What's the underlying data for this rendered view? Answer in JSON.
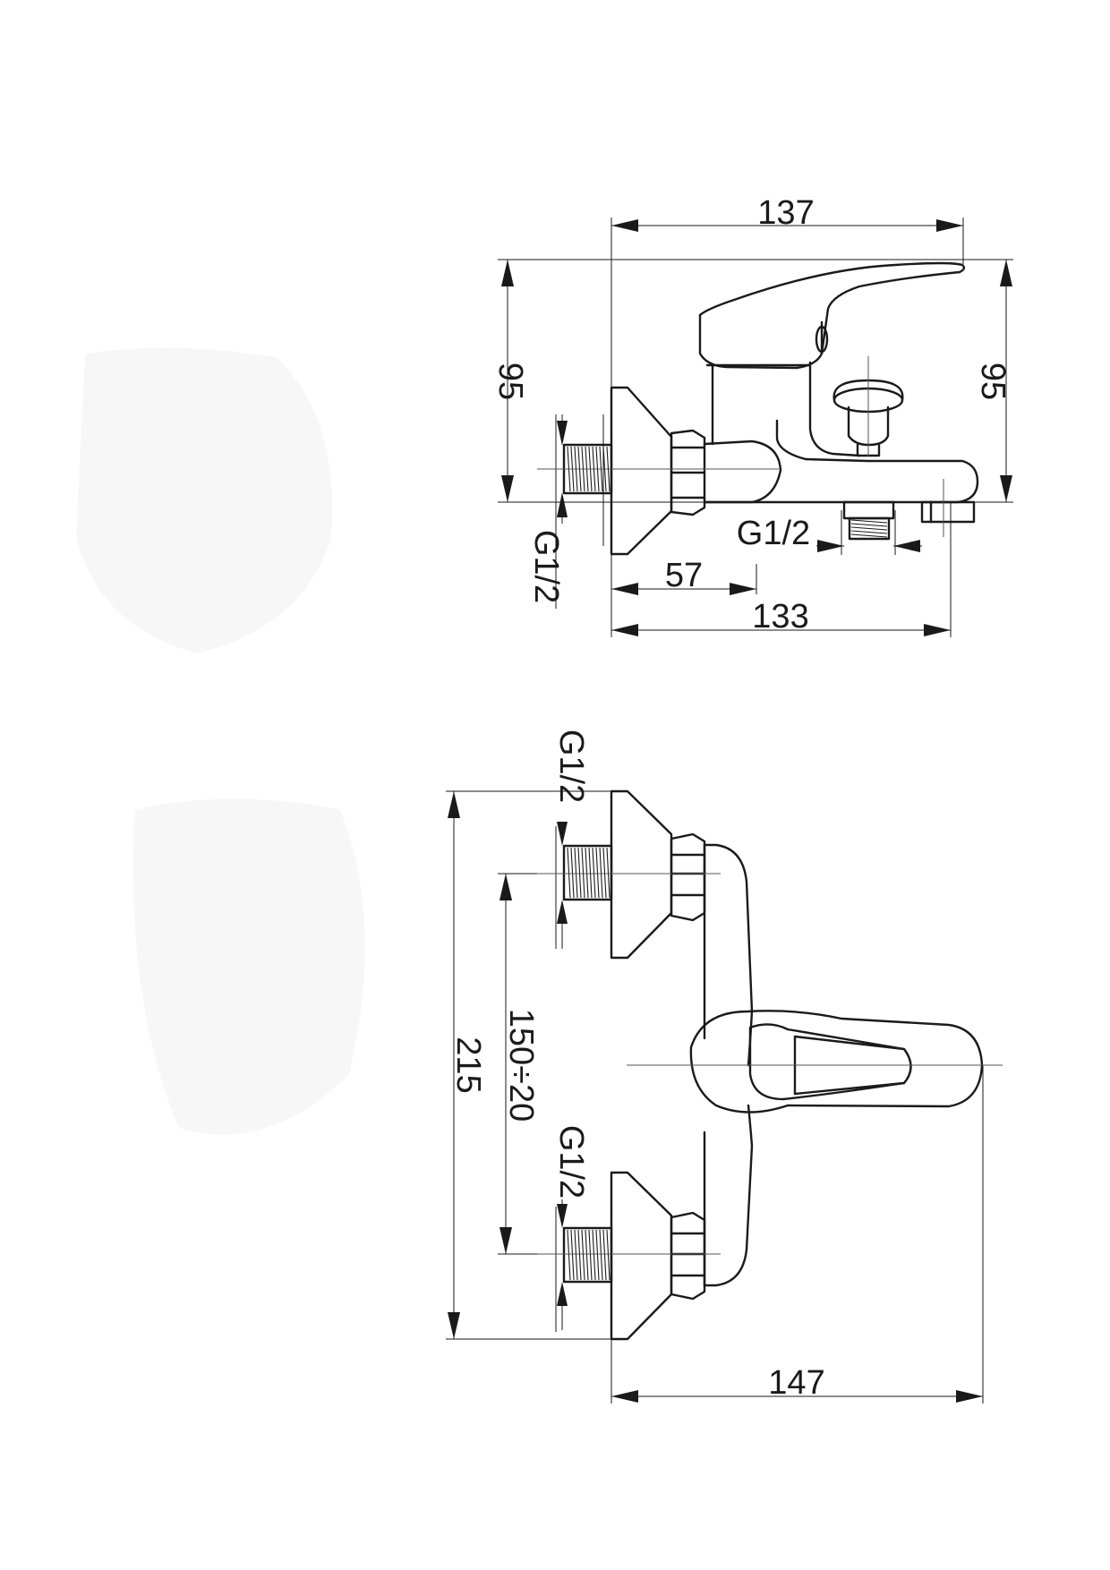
{
  "side_view": {
    "dim_top_width": "137",
    "dim_left_height": "95",
    "dim_right_height": "95",
    "thread_inlet": "G1/2",
    "thread_outlet": "G1/2",
    "dim_inner_width": "57",
    "dim_bottom_width": "133"
  },
  "front_view": {
    "thread_upper": "G1/2",
    "thread_lower": "G1/2",
    "dim_total_height": "215",
    "dim_center_spacing": "150÷20",
    "dim_width": "147"
  }
}
